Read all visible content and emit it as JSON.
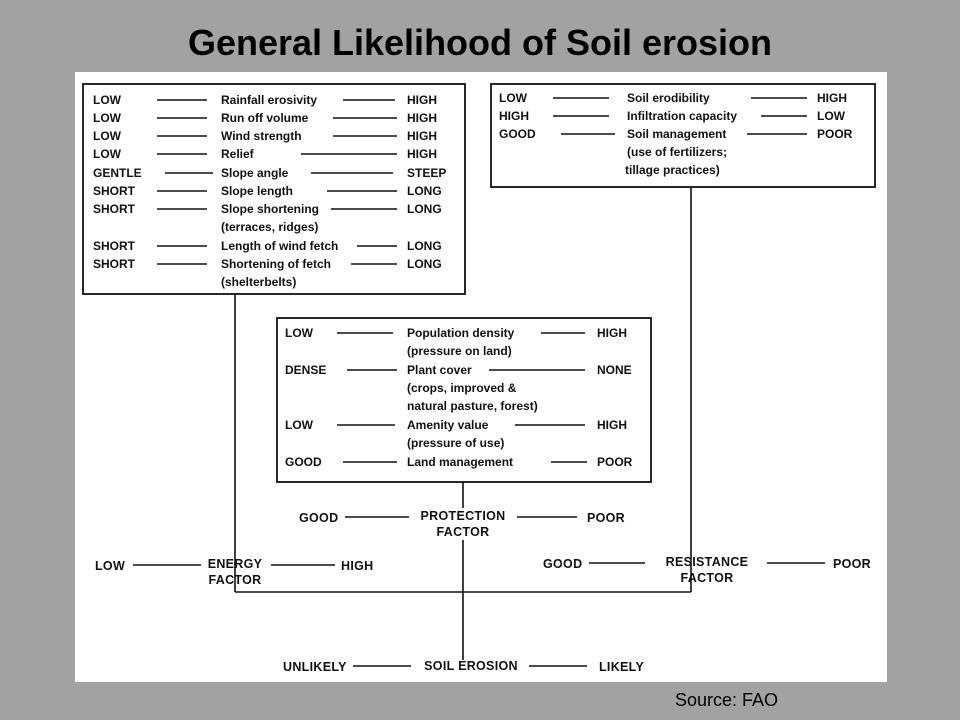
{
  "title": "General Likelihood of Soil erosion",
  "source": "Source: FAO",
  "energy_box": {
    "rows": [
      {
        "low": "LOW",
        "label": "Rainfall erosivity",
        "high": "HIGH"
      },
      {
        "low": "LOW",
        "label": "Run off volume",
        "high": "HIGH"
      },
      {
        "low": "LOW",
        "label": "Wind strength",
        "high": "HIGH"
      },
      {
        "low": "LOW",
        "label": "Relief",
        "high": "HIGH"
      },
      {
        "low": "GENTLE",
        "label": "Slope angle",
        "high": "STEEP"
      },
      {
        "low": "SHORT",
        "label": "Slope length",
        "high": "LONG"
      },
      {
        "low": "SHORT",
        "label": "Slope shortening",
        "high": "LONG",
        "note": "(terraces, ridges)"
      },
      {
        "low": "SHORT",
        "label": "Length of wind fetch",
        "high": "LONG"
      },
      {
        "low": "SHORT",
        "label": "Shortening of fetch",
        "high": "LONG",
        "note": "(shelterbelts)"
      }
    ]
  },
  "resistance_box": {
    "rows": [
      {
        "low": "LOW",
        "label": "Soil erodibility",
        "high": "HIGH"
      },
      {
        "low": "HIGH",
        "label": "Infiltration capacity",
        "high": "LOW"
      },
      {
        "low": "GOOD",
        "label": "Soil management",
        "high": "POOR",
        "note": "(use of fertilizers;",
        "note2": "tillage practices)"
      }
    ]
  },
  "protection_box": {
    "rows": [
      {
        "low": "LOW",
        "label": "Population density",
        "high": "HIGH",
        "note": "(pressure on land)"
      },
      {
        "low": "DENSE",
        "label": "Plant cover",
        "high": "NONE",
        "note": "(crops, improved &",
        "note2": "natural pasture, forest)"
      },
      {
        "low": "LOW",
        "label": "Amenity value",
        "high": "HIGH",
        "note": "(pressure of use)"
      },
      {
        "low": "GOOD",
        "label": "Land management",
        "high": "POOR"
      }
    ]
  },
  "protection_factor": {
    "left": "GOOD",
    "line1": "PROTECTION",
    "line2": "FACTOR",
    "right": "POOR"
  },
  "energy_factor": {
    "left": "LOW",
    "line1": "ENERGY",
    "line2": "FACTOR",
    "right": "HIGH"
  },
  "resistance_factor": {
    "left": "GOOD",
    "line1": "RESISTANCE",
    "line2": "FACTOR",
    "right": "POOR"
  },
  "soil_erosion": {
    "left": "UNLIKELY",
    "center": "SOIL EROSION",
    "right": "LIKELY"
  }
}
